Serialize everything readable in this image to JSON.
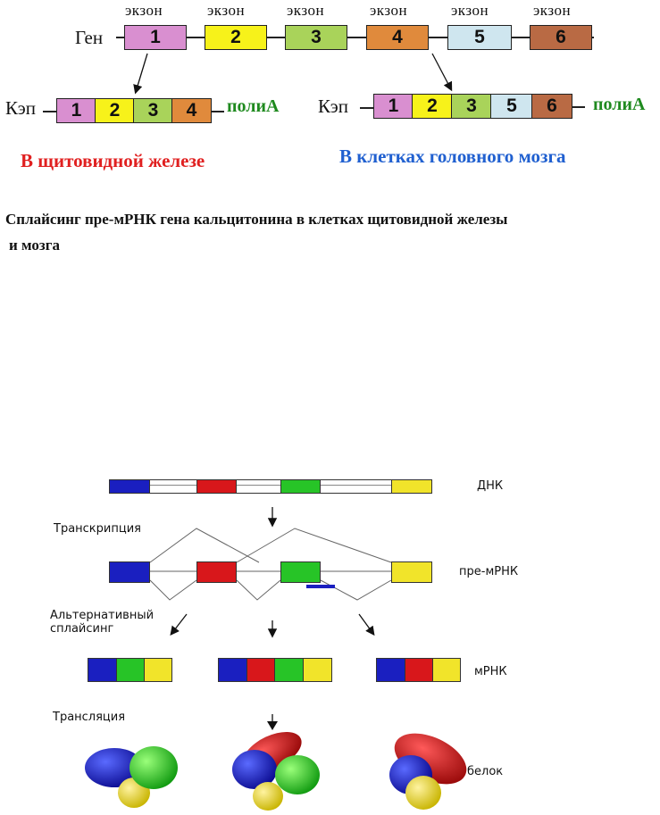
{
  "top": {
    "exon_word": "экзон",
    "gene_label": "Ген",
    "exons": [
      "1",
      "2",
      "3",
      "4",
      "5",
      "6"
    ],
    "cap_label": "Кэп",
    "polya_label": "полиА",
    "thyroid_exons": [
      "1",
      "2",
      "3",
      "4"
    ],
    "brain_exons": [
      "1",
      "2",
      "3",
      "5",
      "6"
    ],
    "thyroid_label": "В щитовидной железе",
    "brain_label": "В клетках головного мозга",
    "caption_line1": "Сплайсинг  пре-мРНК  гена  кальцитонина  в  клетках  щитовидной железы",
    "caption_line2": "и мозга"
  },
  "colors": {
    "exon1": "#d98fd0",
    "exon2": "#f7f21a",
    "exon3": "#a9d35a",
    "exon4": "#e08a3c",
    "exon5": "#cfe6ef",
    "exon6": "#b96a44",
    "blue": "#1a1fc0",
    "red": "#d8171b",
    "green": "#27c427",
    "yellow": "#f1e42a"
  },
  "bottom": {
    "dna_label": "ДНК",
    "transcription_label": "Транскрипция",
    "premrna_label": "пре-мРНК",
    "alt_splicing_line1": "Альтернативный",
    "alt_splicing_line2": "сплайсинг",
    "mrna_label": "мРНК",
    "translation_label": "Трансляция",
    "protein_label": "белок"
  }
}
